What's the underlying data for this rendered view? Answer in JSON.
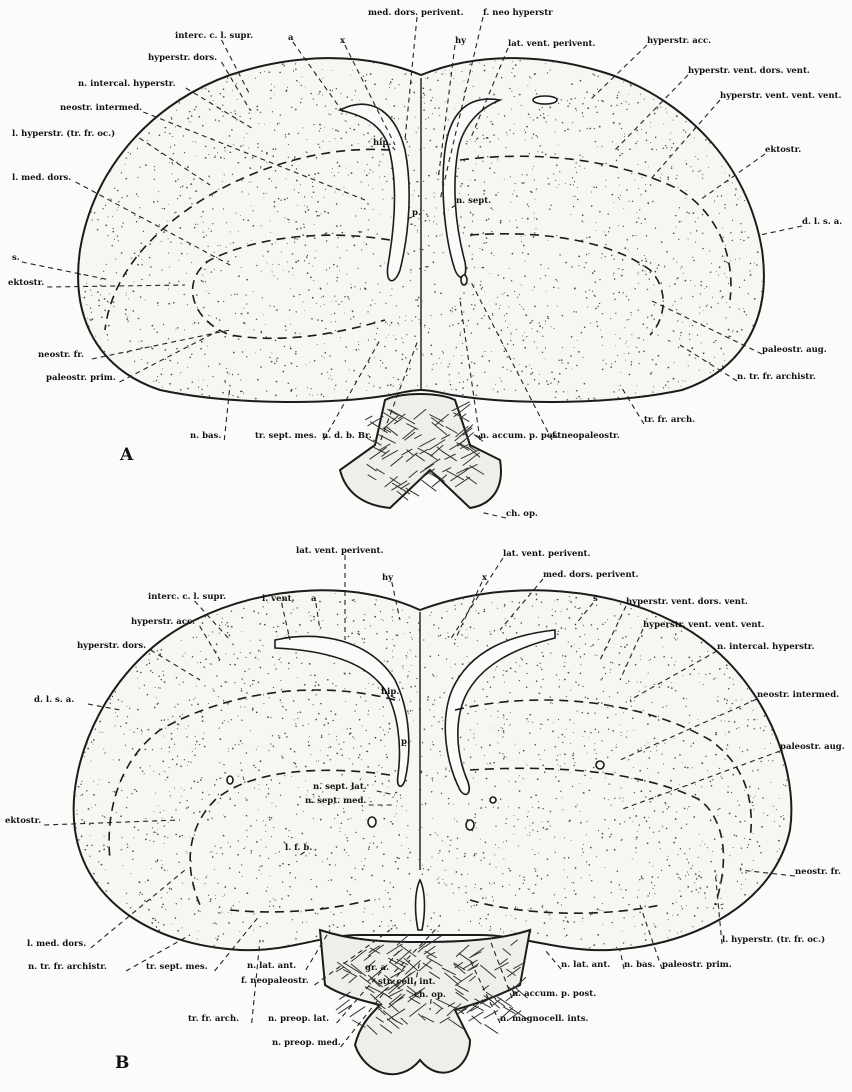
{
  "panels": [
    {
      "id": "A",
      "letter": "A",
      "labels": [
        {
          "id": "a-med-dors-perivent",
          "text": "med. dors. perivent."
        },
        {
          "id": "a-f-neo-hyperstr",
          "text": "f. neo hyperstr"
        },
        {
          "id": "a-interc-c-l-supr",
          "text": "interc. c. l. supr."
        },
        {
          "id": "a-a",
          "text": "a"
        },
        {
          "id": "a-x",
          "text": "x"
        },
        {
          "id": "a-hy",
          "text": "hy"
        },
        {
          "id": "a-lat-vent-perivent",
          "text": "lat. vent. perivent."
        },
        {
          "id": "a-hyperstr-acc",
          "text": "hyperstr. acc."
        },
        {
          "id": "a-hyperstr-dors",
          "text": "hyperstr. dors."
        },
        {
          "id": "a-n-intercal-hyperstr",
          "text": "n. intercal. hyperstr."
        },
        {
          "id": "a-hyperstr-vent-dors-vent",
          "text": "hyperstr. vent. dors. vent."
        },
        {
          "id": "a-neostr-intermed",
          "text": "neostr. intermed."
        },
        {
          "id": "a-hyperstr-vent-vent-vent",
          "text": "hyperstr. vent. vent. vent."
        },
        {
          "id": "a-l-hyperstr-tr-fr-oc",
          "text": "l. hyperstr. (tr. fr. oc.)"
        },
        {
          "id": "a-hip",
          "text": "hip."
        },
        {
          "id": "a-ektostr-right",
          "text": "ektostr."
        },
        {
          "id": "a-l-med-dors",
          "text": "l. med. dors."
        },
        {
          "id": "a-n-sept",
          "text": "n. sept."
        },
        {
          "id": "a-p",
          "text": "p."
        },
        {
          "id": "a-d-l-s-a",
          "text": "d. l. s. a."
        },
        {
          "id": "a-s",
          "text": "s."
        },
        {
          "id": "a-ektostr-left",
          "text": "ektostr."
        },
        {
          "id": "a-neostr-fr",
          "text": "neostr. fr."
        },
        {
          "id": "a-paleostr-aug",
          "text": "paleostr. aug."
        },
        {
          "id": "a-paleostr-prim",
          "text": "paleostr. prim."
        },
        {
          "id": "a-n-tr-fr-archistr",
          "text": "n. tr. fr. archistr."
        },
        {
          "id": "a-tr-fr-arch",
          "text": "tr. fr. arch."
        },
        {
          "id": "a-n-bas",
          "text": "n. bas."
        },
        {
          "id": "a-tr-sept-mes",
          "text": "tr. sept. mes."
        },
        {
          "id": "a-n-d-b-br",
          "text": "n. d. b. Br."
        },
        {
          "id": "a-n-accum-p-post",
          "text": "n. accum. p. post."
        },
        {
          "id": "a-f-neopaleostr",
          "text": "f. neopaleostr."
        },
        {
          "id": "a-ch-op",
          "text": "ch. op."
        }
      ]
    },
    {
      "id": "B",
      "letter": "B",
      "labels": [
        {
          "id": "b-lat-vent-perivent-l",
          "text": "lat. vent. perivent."
        },
        {
          "id": "b-lat-vent-perivent-r",
          "text": "lat. vent. perivent."
        },
        {
          "id": "b-hy",
          "text": "hy"
        },
        {
          "id": "b-x",
          "text": "x"
        },
        {
          "id": "b-med-dors-perivent",
          "text": "med. dors. perivent."
        },
        {
          "id": "b-interc-c-l-supr",
          "text": "interc. c. l. supr."
        },
        {
          "id": "b-l-vent",
          "text": "l. vent."
        },
        {
          "id": "b-a",
          "text": "a"
        },
        {
          "id": "b-s",
          "text": "s"
        },
        {
          "id": "b-hyperstr-vent-dors-vent",
          "text": "hyperstr. vent. dors. vent."
        },
        {
          "id": "b-hyperstr-acc",
          "text": "hyperstr. acc."
        },
        {
          "id": "b-hyperstr-vent-vent-vent",
          "text": "hyperstr. vent. vent. vent."
        },
        {
          "id": "b-hyperstr-dors",
          "text": "hyperstr. dors."
        },
        {
          "id": "b-n-intercal-hyperstr",
          "text": "n. intercal. hyperstr."
        },
        {
          "id": "b-d-l-s-a",
          "text": "d. l. s. a."
        },
        {
          "id": "b-hip",
          "text": "hip."
        },
        {
          "id": "b-neostr-intermed",
          "text": "neostr. intermed."
        },
        {
          "id": "b-p",
          "text": "p."
        },
        {
          "id": "b-paleostr-aug",
          "text": "paleostr. aug."
        },
        {
          "id": "b-n-sept-lat",
          "text": "n. sept. lat."
        },
        {
          "id": "b-n-sept-med",
          "text": "n. sept. med."
        },
        {
          "id": "b-ektostr",
          "text": "ektostr."
        },
        {
          "id": "b-l-f-b",
          "text": "l. f. b."
        },
        {
          "id": "b-neostr-fr",
          "text": "neostr. fr."
        },
        {
          "id": "b-l-med-dors",
          "text": "l. med. dors."
        },
        {
          "id": "b-l-hyperstr-tr-fr-oc",
          "text": "l. hyperstr. (tr. fr. oc.)"
        },
        {
          "id": "b-n-tr-fr-archistr",
          "text": "n. tr. fr. archistr."
        },
        {
          "id": "b-tr-sept-mes",
          "text": "tr. sept. mes."
        },
        {
          "id": "b-n-lat-ant-l",
          "text": "n. lat. ant."
        },
        {
          "id": "b-gr-a",
          "text": "gr. a."
        },
        {
          "id": "b-n-lat-ant-r",
          "text": "n. lat. ant."
        },
        {
          "id": "b-n-bas",
          "text": "n. bas."
        },
        {
          "id": "b-paleostr-prim",
          "text": "paleostr. prim."
        },
        {
          "id": "b-f-neopaleostr",
          "text": "f. neopaleostr."
        },
        {
          "id": "b-str-cell-int",
          "text": "str. cell. int."
        },
        {
          "id": "b-n-accum-p-post",
          "text": "n. accum. p. post."
        },
        {
          "id": "b-tr-fr-arch",
          "text": "tr. fr. arch."
        },
        {
          "id": "b-n-preop-lat",
          "text": "n. preop. lat."
        },
        {
          "id": "b-ch-op",
          "text": "ch. op."
        },
        {
          "id": "b-n-magnocell-ints",
          "text": "n. magnocell. ints."
        },
        {
          "id": "b-n-preop-med",
          "text": "n. preop. med."
        }
      ]
    }
  ]
}
